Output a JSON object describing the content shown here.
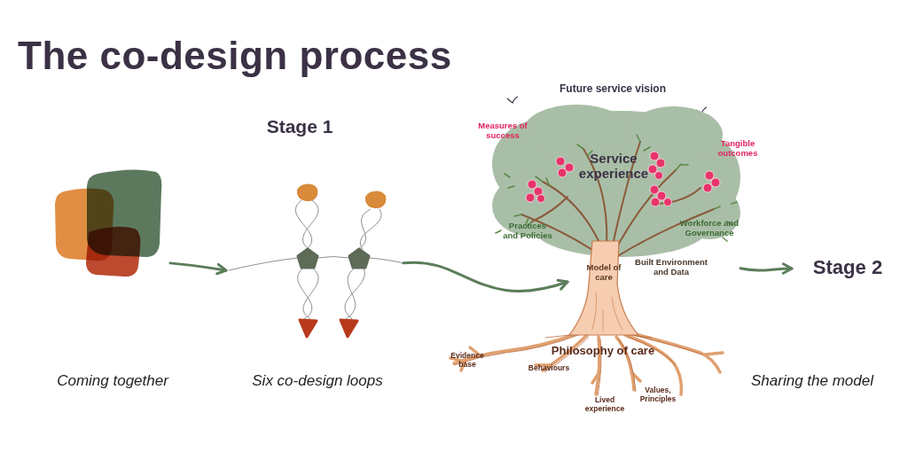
{
  "diagram": {
    "title": "The co-design process",
    "nodes": [
      {
        "text": [
          "Coming together"
        ]
      },
      {
        "text": [
          "Stage 1",
          "Six co-design loops"
        ]
      },
      {
        "text": [
          "Future service vision"
        ]
      },
      {
        "text": [
          "Service experience"
        ],
        "in": 2
      },
      {
        "text": [
          "Model of care"
        ],
        "in": 2
      },
      {
        "text": [
          "Stage 2",
          "Sharing the model"
        ]
      }
    ],
    "edges": [
      {
        "from": 0,
        "to": 1,
        "arrow": "to"
      },
      {
        "from": 1,
        "to": 4,
        "arrow": "to"
      },
      {
        "from": 2,
        "to": 5,
        "arrow": "to"
      }
    ],
    "labels": [
      "Measures of success",
      "Tangible outcomes",
      "Practices and Policies",
      "Workforce and Governance",
      "Built Environment and Data",
      "Philosophy of care",
      "Evidence base",
      "Behaviours",
      "Lived experience",
      "Values, Principles"
    ]
  }
}
